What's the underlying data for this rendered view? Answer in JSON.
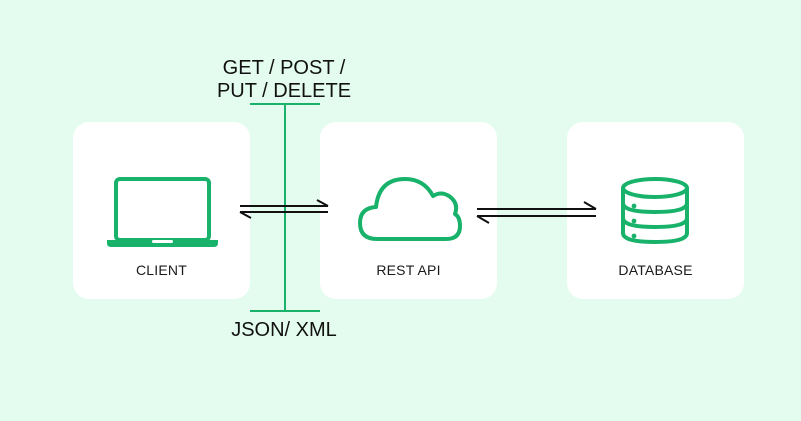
{
  "colors": {
    "background": "#e3fcef",
    "card": "#ffffff",
    "accent": "#18b26b",
    "text": "#111111"
  },
  "nodes": {
    "client": {
      "label": "CLIENT",
      "icon": "laptop-icon"
    },
    "api": {
      "label": "REST API",
      "icon": "cloud-icon"
    },
    "database": {
      "label": "DATABASE",
      "icon": "database-icon"
    }
  },
  "connection": {
    "request_line1": "GET / POST /",
    "request_line2": "PUT / DELETE",
    "response_label": "JSON/ XML"
  }
}
